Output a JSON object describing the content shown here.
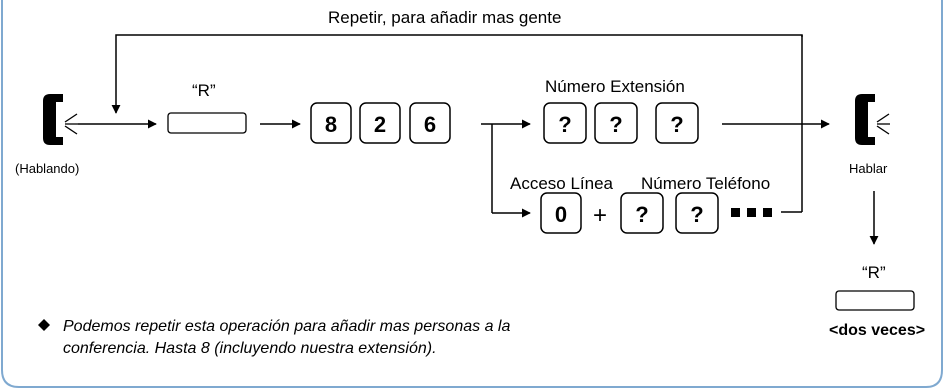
{
  "loop_label": "Repetir, para añadir mas gente",
  "start_caption": "(Hablando)",
  "r_label_top": "“R”",
  "code_keys": [
    "8",
    "2",
    "6"
  ],
  "ext_label": "Número Extensión",
  "ext_keys": [
    "?",
    "?",
    "?"
  ],
  "line_access_label": "Acceso Línea",
  "phone_number_label": "Número Teléfono",
  "line_keys": [
    "0",
    "?",
    "?"
  ],
  "plus_sign": "+",
  "end_caption": "Hablar",
  "r_label_bottom": "“R”",
  "dos_veces": "<dos veces>",
  "note_lines": [
    "Podemos repetir esta operación para añadir mas personas a la",
    "conferencia. Hasta 8 (incluyendo nuestra extensión)."
  ],
  "colors": {
    "frame": "#7fa9d0",
    "ink": "#000000"
  }
}
